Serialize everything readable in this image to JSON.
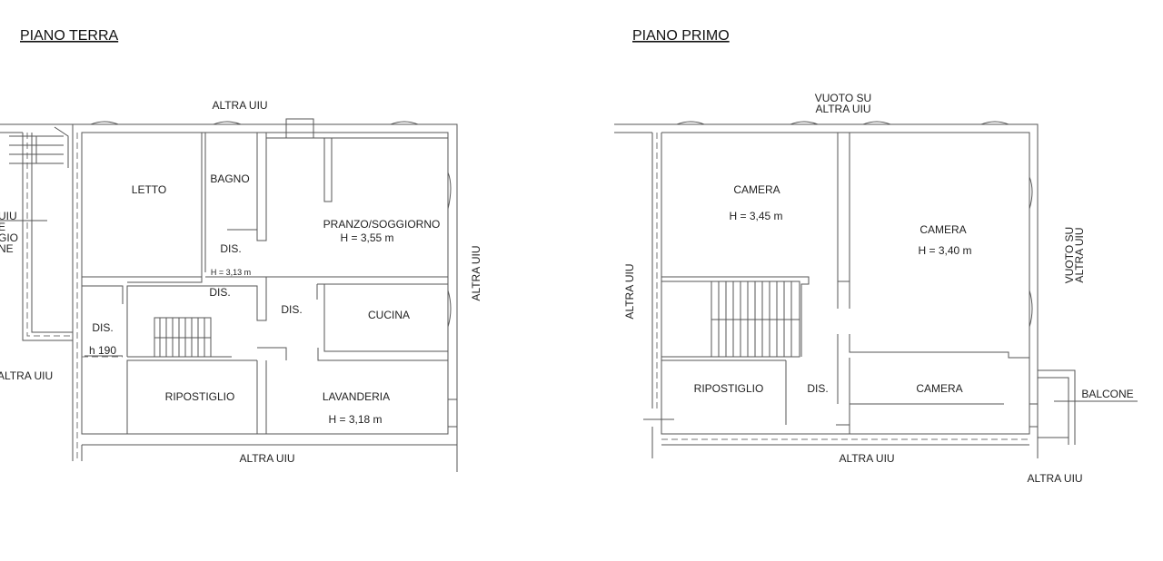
{
  "ground_floor": {
    "title": "PIANO TERRA",
    "labels": {
      "top": "ALTRA UIU",
      "right": "ALTRA UIU",
      "bottom": "ALTRA UIU",
      "left_bottom": "ALTRA UIU",
      "left_cut": [
        "UIU",
        "E",
        "GIO",
        "NE"
      ]
    },
    "rooms": {
      "letto": "LETTO",
      "bagno": "BAGNO",
      "dis1": "DIS.",
      "h_dis": "H = 3,13 m",
      "dis2": "DIS.",
      "dis3": "DIS.",
      "dis4": "DIS.",
      "h190": "h 190",
      "pranzo": "PRANZO/SOGGIORNO",
      "h_pranzo": "H = 3,55 m",
      "cucina": "CUCINA",
      "ripostiglio": "RIPOSTIGLIO",
      "lavanderia": "LAVANDERIA",
      "h_lavanderia": "H = 3,18 m"
    }
  },
  "first_floor": {
    "title": "PIANO PRIMO",
    "labels": {
      "top_1": "VUOTO SU",
      "top_2": "ALTRA UIU",
      "right_1": "VUOTO SU",
      "right_2": "ALTRA UIU",
      "left": "ALTRA UIU",
      "bottom": "ALTRA UIU",
      "bottom_right": "ALTRA UIU",
      "balcone": "BALCONE"
    },
    "rooms": {
      "camera1": "CAMERA",
      "h_camera1": "H = 3,45 m",
      "camera2": "CAMERA",
      "h_camera2": "H = 3,40 m",
      "camera3": "CAMERA",
      "ripostiglio": "RIPOSTIGLIO",
      "dis": "DIS."
    }
  }
}
